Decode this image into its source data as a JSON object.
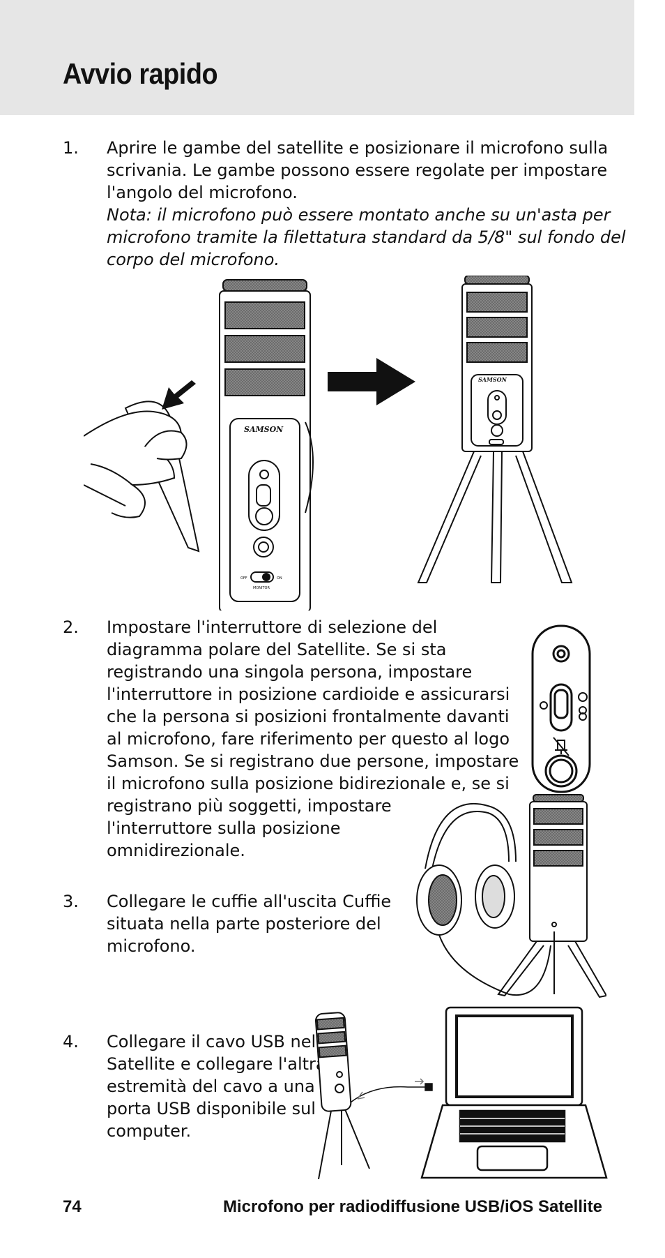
{
  "header": {
    "title": "Avvio rapido"
  },
  "steps": [
    {
      "number": "1.",
      "lines": [
        "Aprire le gambe del satellite e posizionare il microfono sulla",
        "scrivania. Le gambe possono essere regolate per impostare",
        "l'angolo del microfono."
      ],
      "note_lines": [
        "Nota: il microfono può essere montato anche su un'asta per",
        "microfono tramite la filettatura standard da 5/8\" sul fondo del",
        "corpo del microfono."
      ]
    },
    {
      "number": "2.",
      "lines": [
        "Impostare l'interruttore di selezione del",
        "diagramma polare del Satellite. Se si sta",
        "registrando una singola persona, impostare",
        "l'interruttore in posizione cardioide e assicurarsi",
        "che la persona si posizioni frontalmente davanti",
        "al microfono, fare riferimento per questo al logo",
        "Samson. Se si registrano due persone, impostare",
        "il microfono sulla posizione bidirezionale e, se si",
        "registrano più soggetti, impostare",
        "l'interruttore sulla posizione",
        "omnidirezionale."
      ]
    },
    {
      "number": "3.",
      "lines": [
        "Collegare le cuffie all'uscita Cuffie",
        "situata nella parte posteriore del",
        "microfono."
      ]
    },
    {
      "number": "4.",
      "lines": [
        "Collegare il cavo USB nel",
        "Satellite e collegare l'altra",
        "estremità del cavo a una",
        "porta USB disponibile sul",
        "computer."
      ]
    }
  ],
  "figures": {
    "mic_brand": "SAMSON",
    "switch_off": "OFF",
    "switch_on": "ON",
    "switch_label": "MONITOR"
  },
  "footer": {
    "page_number": "74",
    "title": "Microfono per radiodiffusione USB/iOS Satellite"
  }
}
